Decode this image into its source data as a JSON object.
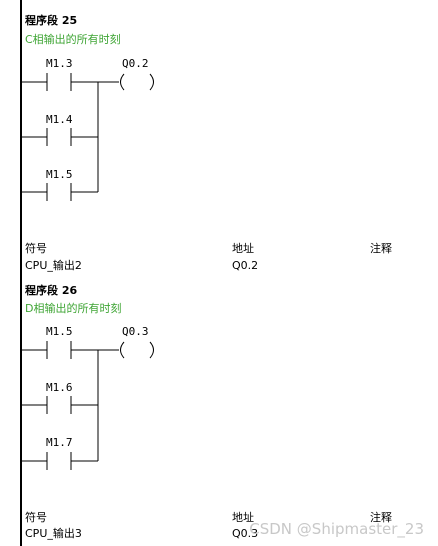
{
  "networks": [
    {
      "title": "程序段 25",
      "comment": "C相输出的所有时刻",
      "contacts": [
        "M1.3",
        "M1.4",
        "M1.5"
      ],
      "coil": "Q0.2",
      "symbol_table": {
        "headers": [
          "符号",
          "地址",
          "注释"
        ],
        "symbol": "CPU_输出2",
        "address": "Q0.2"
      }
    },
    {
      "title": "程序段 26",
      "comment": "D相输出的所有时刻",
      "contacts": [
        "M1.5",
        "M1.6",
        "M1.7"
      ],
      "coil": "Q0.3",
      "symbol_table": {
        "headers": [
          "符号",
          "地址",
          "注释"
        ],
        "symbol": "CPU_输出3",
        "address": "Q0.3"
      }
    }
  ],
  "watermark": "CSDN @Shipmaster_23"
}
